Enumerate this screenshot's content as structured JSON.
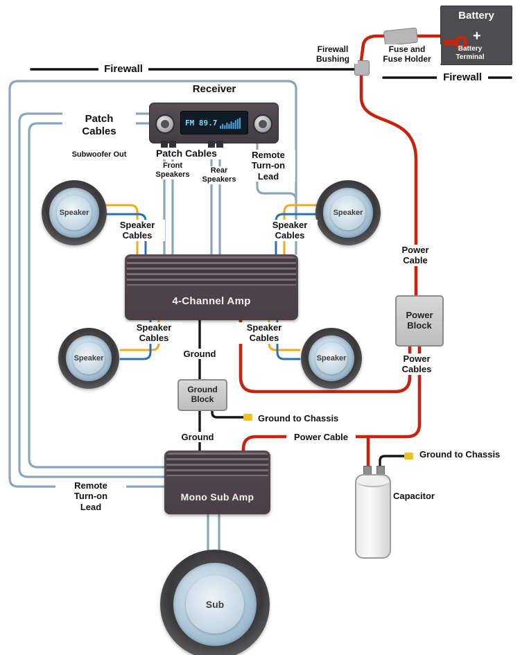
{
  "colors": {
    "power_wire": "#c62310",
    "ground_wire": "#161616",
    "patch_wire": "#8aa5bc",
    "speaker_wire_yellow": "#f0a81f",
    "speaker_wire_blue": "#2a6fae",
    "chassis_terminal_yellow": "#f0c020",
    "firewall_line": "#111111"
  },
  "firewall": {
    "left_label": "Firewall",
    "right_label": "Firewall",
    "bushing_label": "Firewall\nBushing"
  },
  "battery": {
    "label": "Battery",
    "plus": "+",
    "terminal_label": "Battery\nTerminal",
    "fuse_label": "Fuse and\nFuse Holder"
  },
  "receiver": {
    "title": "Receiver",
    "display_text": "FM 89.7"
  },
  "patch": {
    "subwoofer_title": "Patch\nCables",
    "subwoofer_sub": "Subwoofer Out",
    "below_receiver": "Patch Cables",
    "front": "Front\nSpeakers",
    "rear": "Rear\nSpeakers"
  },
  "remote": {
    "top": "Remote\nTurn-on\nLead",
    "bottom": "Remote\nTurn-on\nLead"
  },
  "amps": {
    "four_channel": "4-Channel Amp",
    "mono_sub": "Mono Sub Amp"
  },
  "speakers": {
    "label": "Speaker",
    "cables": "Speaker\nCables",
    "sub": "Sub"
  },
  "power": {
    "cable_vertical": "Power\nCable",
    "block": "Power\nBlock",
    "cables": "Power\nCables",
    "cable_horizontal": "Power Cable"
  },
  "ground": {
    "above_block": "Ground",
    "block": "Ground\nBlock",
    "to_chassis_amp": "Ground to Chassis",
    "above_mono": "Ground",
    "to_chassis_cap": "Ground to Chassis"
  },
  "capacitor": {
    "label": "Capacitor"
  }
}
